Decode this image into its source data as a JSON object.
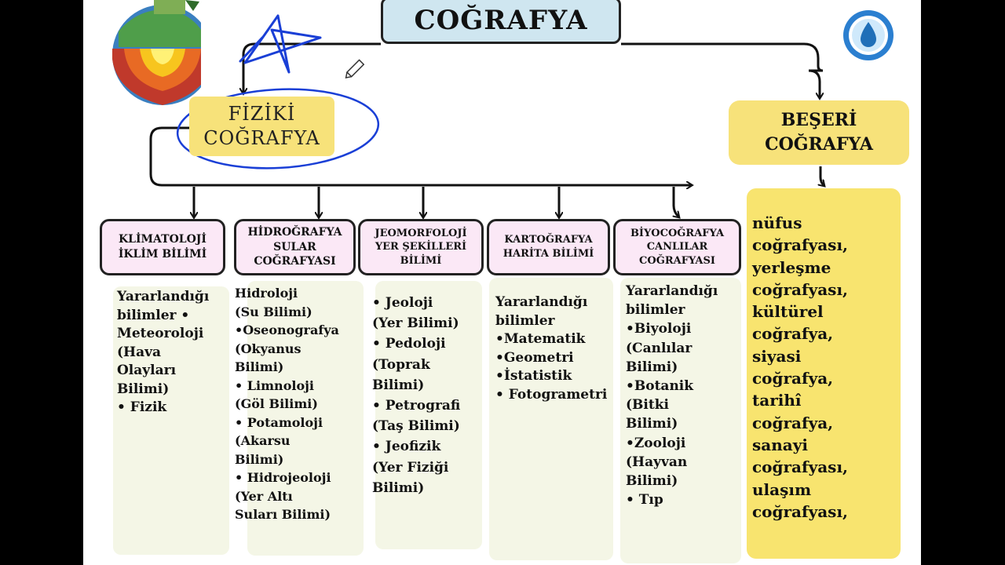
{
  "title": "COĞRAFYA",
  "fiziki": {
    "line1": "FİZİKİ",
    "line2": "COĞRAFYA"
  },
  "beseri": {
    "line1": "BEŞERİ",
    "line2": "COĞRAFYA"
  },
  "categories": [
    {
      "lines": [
        "KLİMATOLOJİ",
        "İKLİM BİLİMİ"
      ]
    },
    {
      "lines": [
        "HİDROĞRAFYA",
        "SULAR",
        "COĞRAFYASI"
      ]
    },
    {
      "lines": [
        "JEOMORFOLOJİ",
        "YER ŞEKİLLERİ",
        "BİLİMİ"
      ]
    },
    {
      "lines": [
        "KARTOĞRAFYA",
        "HARİTA BİLİMİ"
      ]
    },
    {
      "lines": [
        "BİYOCOĞRAFYA",
        "CANLILAR",
        "COĞRAFYASI"
      ]
    }
  ],
  "details": [
    {
      "lines": [
        "Yararlandığı",
        "bilimler •",
        "Meteoroloji",
        "(Hava",
        "Olayları",
        "Bilimi)",
        "• Fizik"
      ]
    },
    {
      "lines": [
        " Hidroloji",
        "(Su Bilimi)",
        " •Oseonografya",
        "(Okyanus",
        "Bilimi)",
        "• Limnoloji",
        "(Göl Bilimi)",
        "• Potamoloji",
        "(Akarsu",
        "Bilimi)",
        "• Hidrojeoloji",
        "(Yer Altı",
        "Suları Bilimi)"
      ]
    },
    {
      "lines": [
        "• Jeoloji",
        "(Yer Bilimi)",
        "• Pedoloji",
        "(Toprak",
        "Bilimi)",
        "• Petrografi",
        "(Taş Bilimi)",
        "• Jeofizik",
        "(Yer Fiziği",
        "Bilimi)"
      ]
    },
    {
      "lines": [
        "Yararlandığı",
        " bilimler",
        "•Matematik",
        "•Geometri",
        "•İstatistik",
        "• Fotogrametri"
      ]
    },
    {
      "lines": [
        "Yararlandığı",
        "bilimler",
        "•Biyoloji",
        "(Canlılar",
        "Bilimi)",
        "•Botanik",
        "(Bitki",
        "Bilimi)",
        " •Zooloji",
        "(Hayvan",
        "Bilimi)",
        "• Tıp"
      ]
    }
  ],
  "beseri_list": [
    "nüfus",
    "coğrafyası,",
    "yerleşme",
    "coğrafyası,",
    "kültürel",
    "coğrafya,",
    "siyasi",
    "coğrafya,",
    "tarihî",
    "coğrafya,",
    "sanayi",
    "coğrafyası,",
    "ulaşım",
    "coğrafyası,"
  ],
  "colors": {
    "title_bg": "#cfe6f0",
    "yellow": "#f7e27a",
    "category_bg": "#fbe8f6",
    "panel_bg": "#f4f6e6",
    "annotation": "#1a3fd6"
  },
  "icons": [
    "earth-layers-icon",
    "water-cycle-icon",
    "pencil-icon"
  ]
}
